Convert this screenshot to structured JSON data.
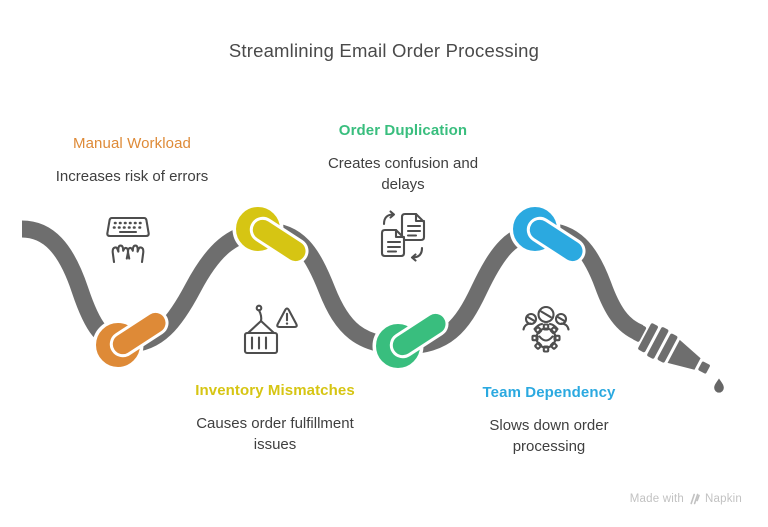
{
  "title": "Streamlining Email Order Processing",
  "items": [
    {
      "id": "manual-workload",
      "label": "Manual Workload",
      "description": "Increases risk of errors",
      "color": "#de8a37",
      "icon": "keyboard-hands-icon",
      "knot_position": "bottom"
    },
    {
      "id": "order-duplication",
      "label": "Order Duplication",
      "description": "Creates confusion and delays",
      "color": "#39be7e",
      "icon": "document-sync-icon",
      "knot_position": "bottom"
    },
    {
      "id": "inventory-mismatches",
      "label": "Inventory Mismatches",
      "description": "Causes order fulfillment issues",
      "color": "#d6c513",
      "icon": "container-warning-icon",
      "knot_position": "top"
    },
    {
      "id": "team-dependency",
      "label": "Team Dependency",
      "description": "Slows down order processing",
      "color": "#2ba9e0",
      "icon": "team-gear-icon",
      "knot_position": "top"
    }
  ],
  "colors": {
    "rope": "#6e6e6e",
    "icon_stroke": "#4e4e4e",
    "title_text": "#4a4a4a",
    "body_text": "#3f3f3f",
    "footer_text": "#c2c2c2"
  },
  "footer": {
    "made_with": "Made with",
    "brand": "Napkin"
  }
}
